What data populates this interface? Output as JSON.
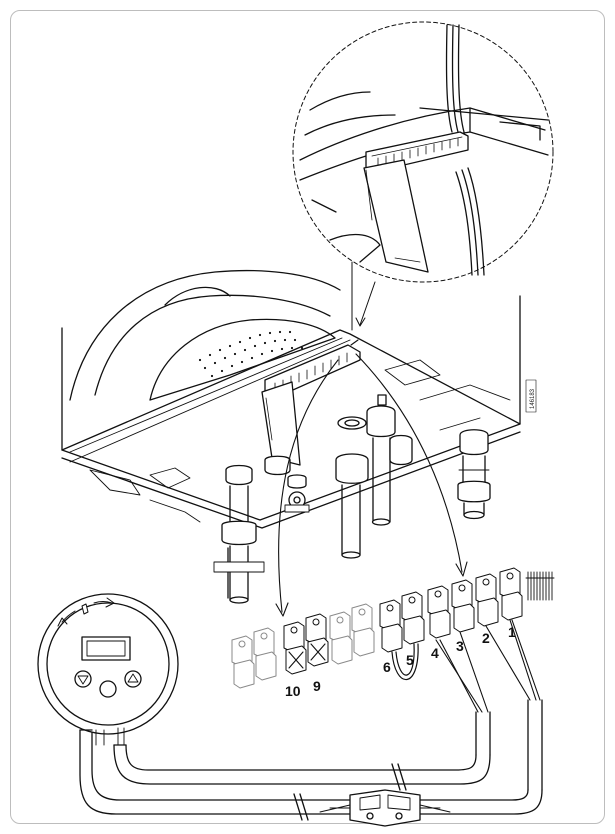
{
  "diagram": {
    "terminal_labels": [
      "1",
      "2",
      "3",
      "4",
      "5",
      "6",
      "9",
      "10"
    ],
    "side_code": "146183",
    "colors": {
      "line": "#111111",
      "frame": "#bdbdbd",
      "background": "#ffffff"
    },
    "icons": [
      "thermostat-down-arrow-icon",
      "thermostat-up-arrow-icon",
      "rotate-arrows-icon"
    ]
  }
}
